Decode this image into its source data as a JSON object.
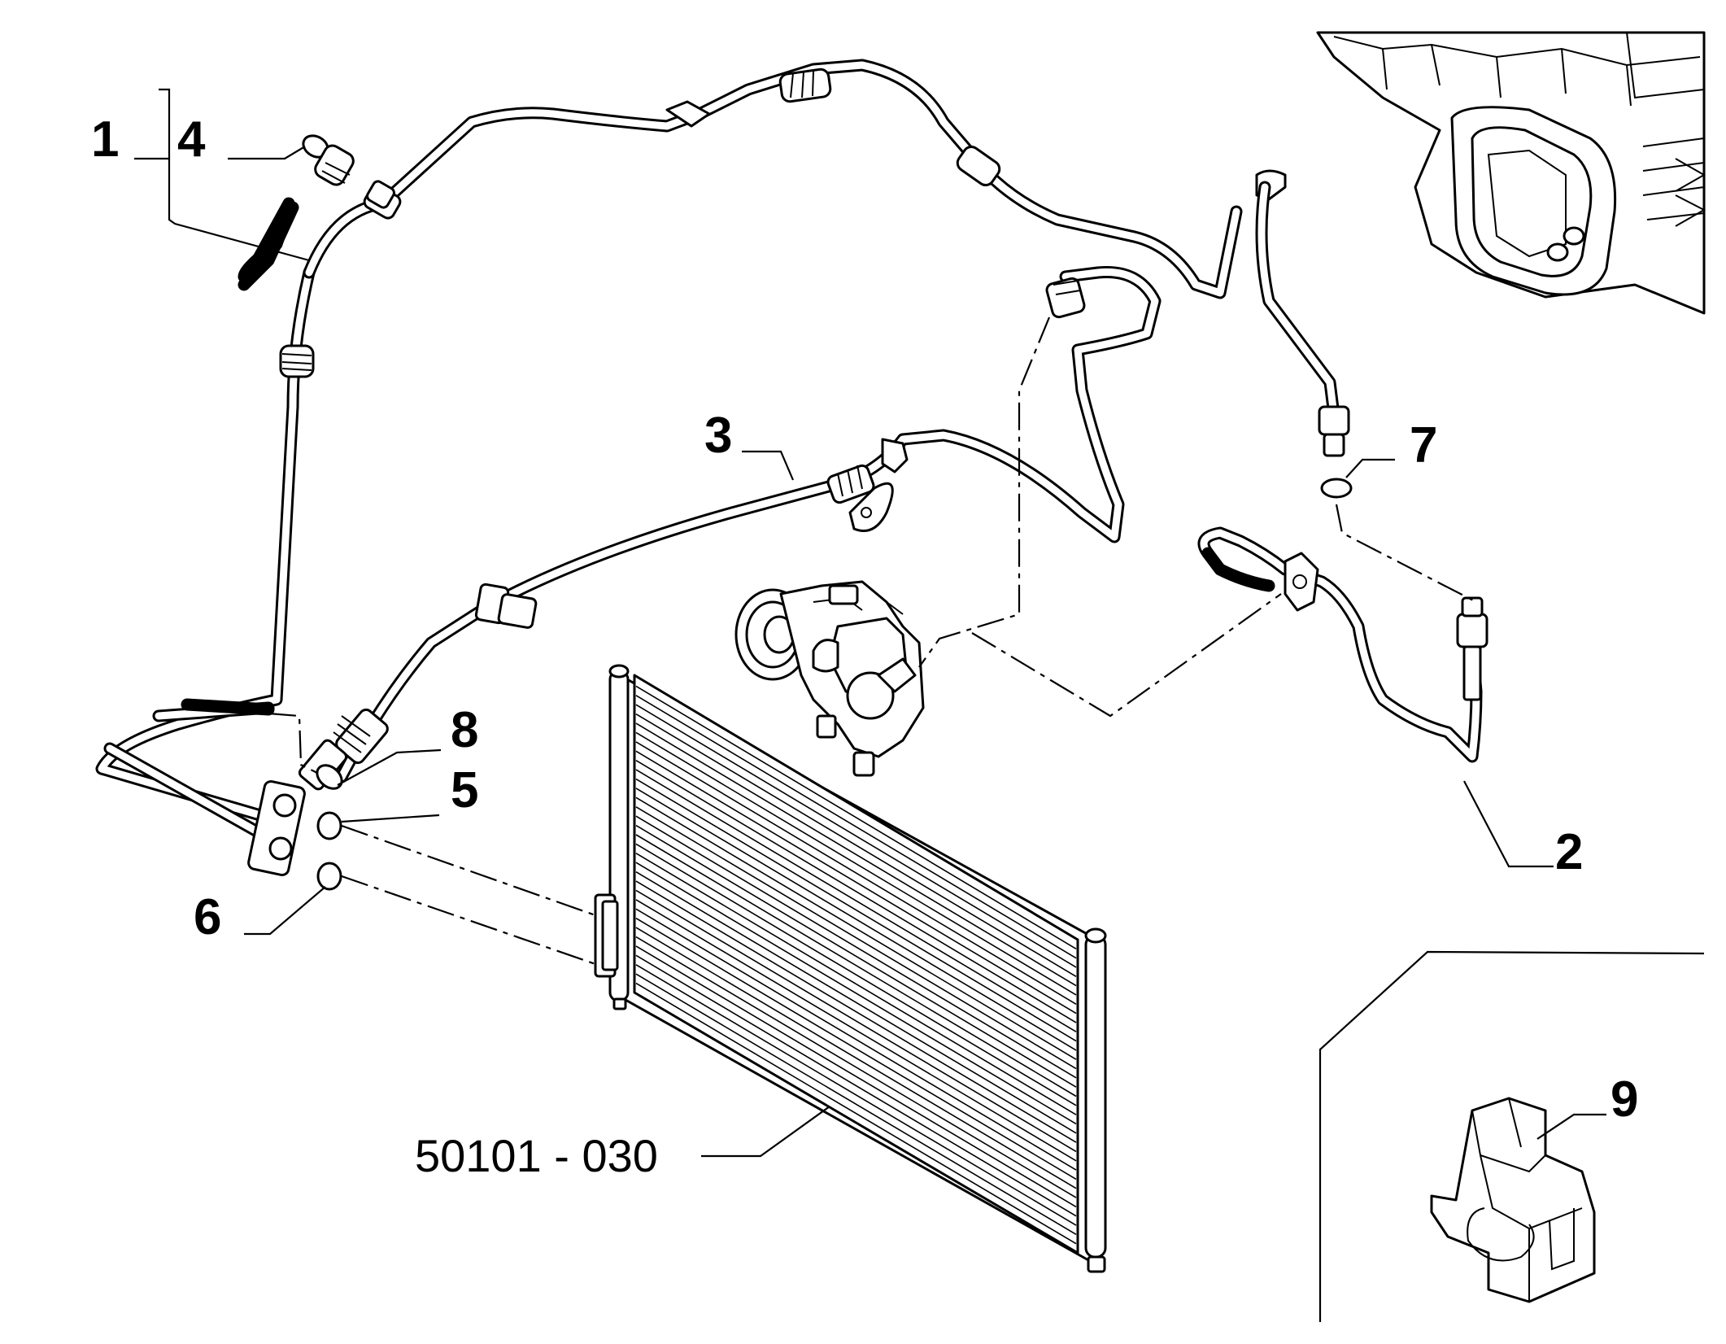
{
  "diagram": {
    "callouts": {
      "c1": "1",
      "c2": "2",
      "c3": "3",
      "c4": "4",
      "c5": "5",
      "c6": "6",
      "c7": "7",
      "c8": "8",
      "c9": "9"
    },
    "reference_code": "50101 - 030"
  }
}
